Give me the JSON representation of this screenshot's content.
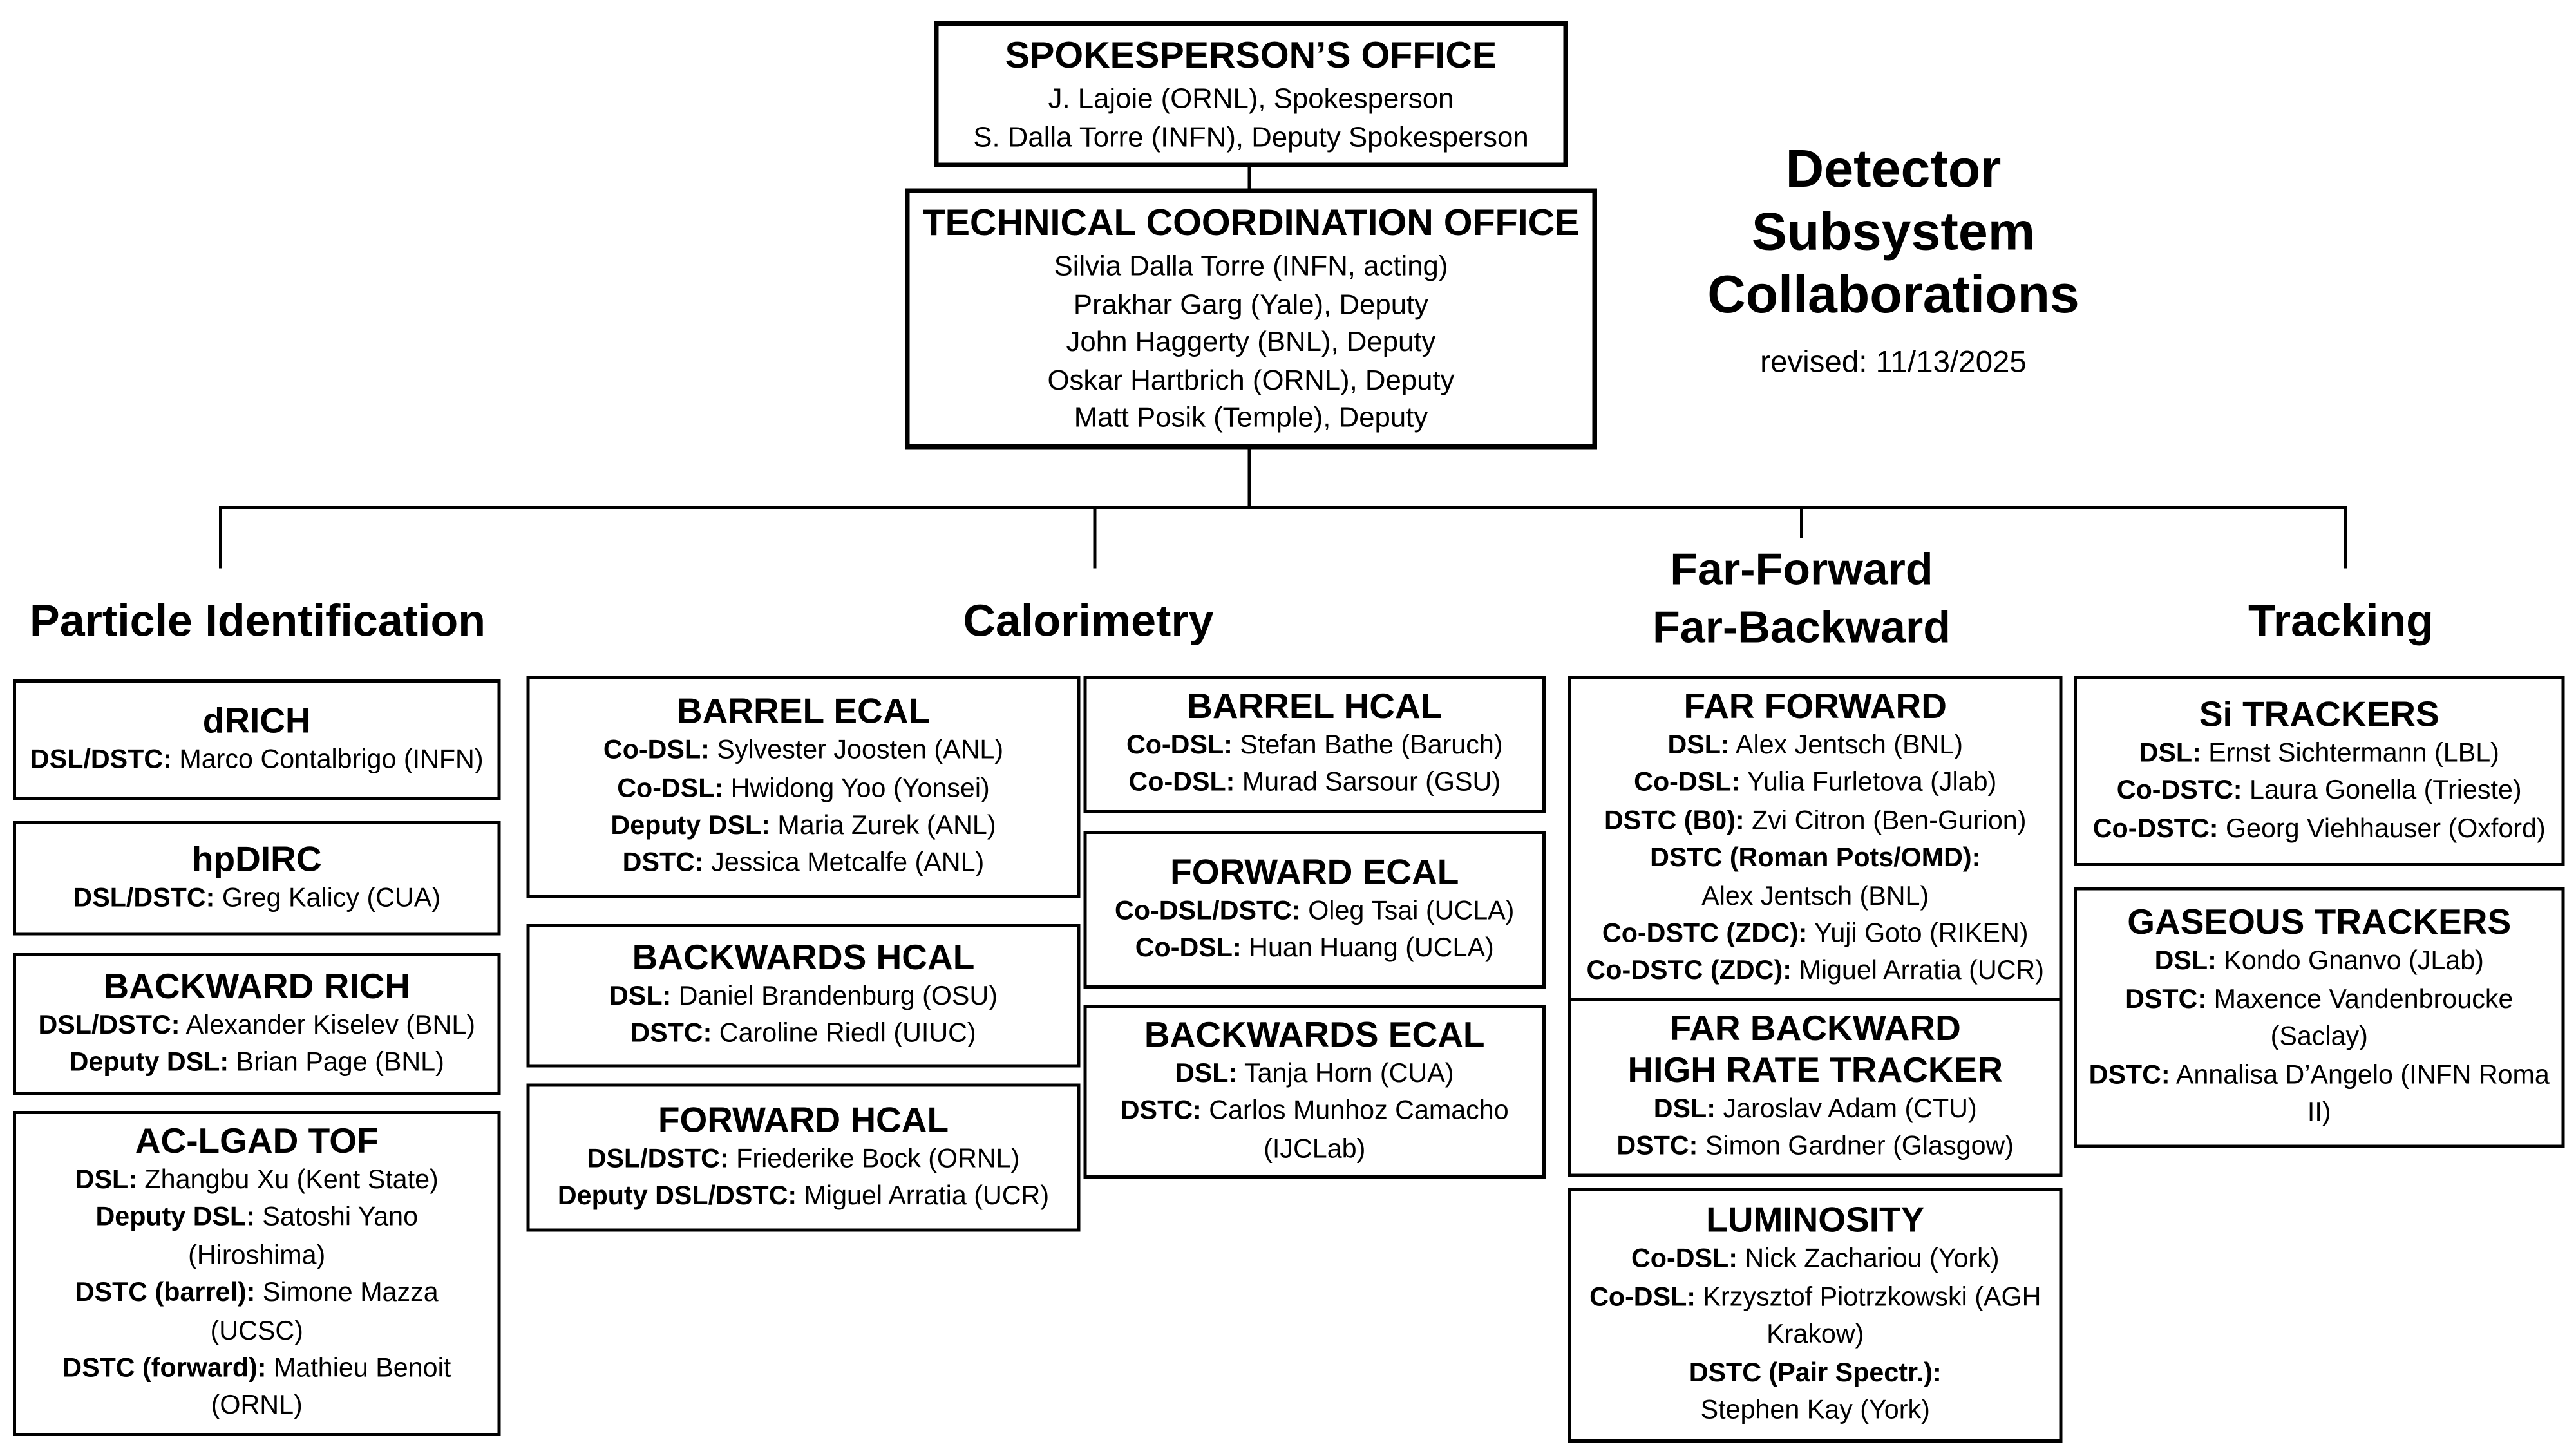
{
  "offices": {
    "spokesperson": {
      "title": "SPOKESPERSON’S OFFICE",
      "line1": "J. Lajoie (ORNL), Spokesperson",
      "line2": "S. Dalla Torre (INFN), Deputy Spokesperson"
    },
    "tco": {
      "title": "TECHNICAL COORDINATION OFFICE",
      "line1": "Silvia Dalla Torre (INFN, acting)",
      "line2": "Prakhar Garg (Yale), Deputy",
      "line3": "John Haggerty (BNL), Deputy",
      "line4": "Oskar Hartbrich (ORNL), Deputy",
      "line5": "Matt Posik (Temple), Deputy"
    }
  },
  "title_block": {
    "line1": "Detector",
    "line2": "Subsystem",
    "line3": "Collaborations",
    "revised": "revised: 11/13/2025"
  },
  "columns": {
    "pid": {
      "header": "Particle Identification",
      "drich": {
        "title": "dRICH",
        "entries": [
          {
            "label": "DSL/DSTC:",
            "text": " Marco Contalbrigo (INFN)"
          }
        ]
      },
      "hpdirc": {
        "title": "hpDIRC",
        "entries": [
          {
            "label": "DSL/DSTC:",
            "text": " Greg Kalicy (CUA)"
          }
        ]
      },
      "backward_rich": {
        "title": "BACKWARD RICH",
        "entries": [
          {
            "label": "DSL/DSTC:",
            "text": " Alexander Kiselev (BNL)"
          },
          {
            "label": "Deputy DSL:",
            "text": " Brian Page (BNL)"
          }
        ]
      },
      "aclgad_tof": {
        "title": "AC-LGAD TOF",
        "entries": [
          {
            "label": "DSL:",
            "text": " Zhangbu Xu (Kent State)"
          },
          {
            "label": "Deputy DSL:",
            "text": " Satoshi Yano (Hiroshima)"
          },
          {
            "label": "DSTC (barrel):",
            "text": " Simone Mazza (UCSC)"
          },
          {
            "label": "DSTC (forward):",
            "text": " Mathieu Benoit (ORNL)"
          }
        ]
      }
    },
    "calorimetry": {
      "header": "Calorimetry",
      "barrel_ecal": {
        "title": "BARREL ECAL",
        "entries": [
          {
            "label": "Co-DSL:",
            "text": " Sylvester Joosten (ANL)"
          },
          {
            "label": "Co-DSL:",
            "text": " Hwidong Yoo (Yonsei)"
          },
          {
            "label": "Deputy DSL:",
            "text": " Maria Zurek (ANL)"
          },
          {
            "label": "DSTC:",
            "text": " Jessica Metcalfe (ANL)"
          }
        ]
      },
      "backwards_hcal": {
        "title": "BACKWARDS HCAL",
        "entries": [
          {
            "label": "DSL:",
            "text": " Daniel Brandenburg (OSU)"
          },
          {
            "label": "DSTC:",
            "text": " Caroline Riedl (UIUC)"
          }
        ]
      },
      "forward_hcal": {
        "title": "FORWARD HCAL",
        "entries": [
          {
            "label": "DSL/DSTC:",
            "text": " Friederike Bock (ORNL)"
          },
          {
            "label": "Deputy DSL/DSTC:",
            "text": " Miguel Arratia (UCR)"
          }
        ]
      },
      "barrel_hcal": {
        "title": "BARREL HCAL",
        "entries": [
          {
            "label": "Co-DSL:",
            "text": " Stefan Bathe (Baruch)"
          },
          {
            "label": "Co-DSL:",
            "text": " Murad Sarsour (GSU)"
          }
        ]
      },
      "forward_ecal": {
        "title": "FORWARD ECAL",
        "entries": [
          {
            "label": "Co-DSL/DSTC:",
            "text": " Oleg Tsai (UCLA)"
          },
          {
            "label": "Co-DSL:",
            "text": " Huan Huang (UCLA)"
          }
        ]
      },
      "backwards_ecal": {
        "title": "BACKWARDS ECAL",
        "entries": [
          {
            "label": "DSL:",
            "text": " Tanja Horn (CUA)"
          },
          {
            "label": "DSTC:",
            "text": " Carlos Munhoz Camacho (IJCLab)"
          }
        ]
      }
    },
    "ffb": {
      "header": "Far-Forward",
      "header2": "Far-Backward",
      "far_forward": {
        "title": "FAR FORWARD",
        "entries": [
          {
            "label": "DSL:",
            "text": " Alex Jentsch (BNL)"
          },
          {
            "label": "Co-DSL:",
            "text": " Yulia Furletova (Jlab)"
          },
          {
            "label": "DSTC (B0):",
            "text": " Zvi Citron (Ben-Gurion)"
          },
          {
            "label": "DSTC (Roman Pots/OMD):",
            "text": " Alex Jentsch (BNL)"
          },
          {
            "label": "Co-DSTC (ZDC):",
            "text": " Yuji Goto (RIKEN)"
          },
          {
            "label": "Co-DSTC (ZDC):",
            "text": " Miguel Arratia (UCR)"
          }
        ]
      },
      "far_backward": {
        "title": "FAR BACKWARD",
        "title2": "HIGH RATE TRACKER",
        "entries": [
          {
            "label": "DSL:",
            "text": " Jaroslav Adam (CTU)"
          },
          {
            "label": "DSTC:",
            "text": " Simon Gardner (Glasgow)"
          }
        ]
      },
      "luminosity": {
        "title": "LUMINOSITY",
        "entries": [
          {
            "label": "Co-DSL:",
            "text": " Nick Zachariou (York)"
          },
          {
            "label": "Co-DSL:",
            "text": " Krzysztof Piotrzkowski (AGH Krakow)"
          },
          {
            "label": "DSTC (Pair Spectr.):",
            "text": " Stephen Kay (York)"
          }
        ]
      }
    },
    "tracking": {
      "header": "Tracking",
      "si_trackers": {
        "title": "Si TRACKERS",
        "entries": [
          {
            "label": "DSL:",
            "text": " Ernst Sichtermann (LBL)"
          },
          {
            "label": "Co-DSTC:",
            "text": " Laura Gonella (Trieste)"
          },
          {
            "label": "Co-DSTC:",
            "text": " Georg Viehhauser (Oxford)"
          }
        ]
      },
      "gaseous_trackers": {
        "title": "GASEOUS TRACKERS",
        "entries": [
          {
            "label": "DSL:",
            "text": " Kondo Gnanvo (JLab)"
          },
          {
            "label": "DSTC:",
            "text": " Maxence Vandenbroucke (Saclay)"
          },
          {
            "label": "DSTC:",
            "text": " Annalisa D’Angelo (INFN Roma II)"
          }
        ]
      }
    }
  }
}
